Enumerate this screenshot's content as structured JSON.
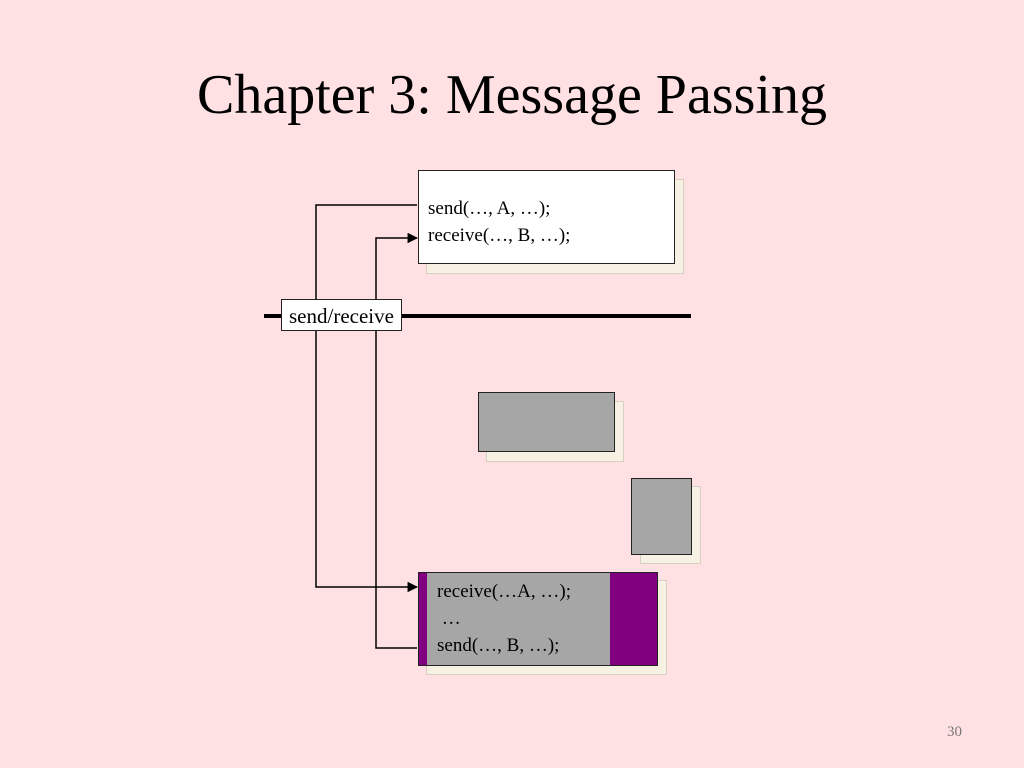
{
  "slide": {
    "title": "Chapter 3: Message Passing",
    "page_number": "30"
  },
  "diagram": {
    "top_process": {
      "line1": "send(…, A, …);",
      "line2": "receive(…, B, …);"
    },
    "channel_label": "send/receive",
    "bottom_process": {
      "line1": "receive(…A, …);",
      "line2": " …",
      "line3": "send(…, B, …);"
    },
    "colors": {
      "background": "#ffe1e4",
      "accent_purple": "#800080",
      "gray_box": "#a6a6a6"
    }
  }
}
